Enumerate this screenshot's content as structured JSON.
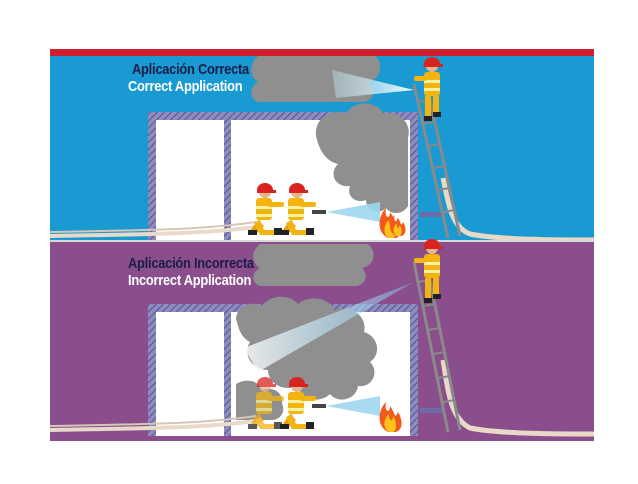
{
  "panels": [
    {
      "id": "correct",
      "title_es": "Aplicación Correcta",
      "title_en": "Correct Application",
      "background": "#1a9ad2"
    },
    {
      "id": "incorrect",
      "title_es": "Aplicación Incorrecta",
      "title_en": "Incorrect Application",
      "background": "#8a4e8d"
    }
  ],
  "colors": {
    "top_bar": "#cf1f2e",
    "building_frame": "#6e6ca6",
    "smoke": "#8f8f8f",
    "interior": "#ffffff",
    "hose": "#e8d9c9",
    "firefighter_coat": "#f3b411",
    "flame": "#f25a1c"
  },
  "icons": [
    "firefighter-icon",
    "ladder-icon",
    "fire-icon",
    "smoke-cloud-icon",
    "water-spray-icon",
    "hose-icon"
  ]
}
